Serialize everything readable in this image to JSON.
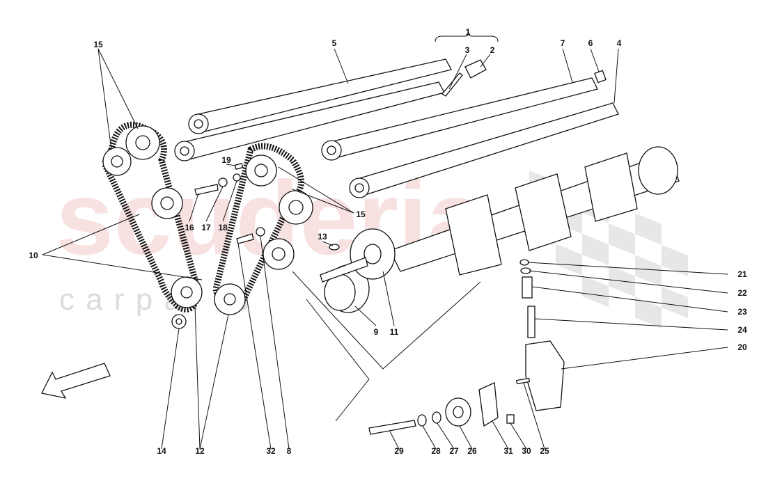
{
  "watermark": {
    "brand": "scuderia",
    "sub": "c a r   p a r t s"
  },
  "callouts": [
    {
      "id": "1",
      "label": "1"
    },
    {
      "id": "2",
      "label": "2"
    },
    {
      "id": "3",
      "label": "3"
    },
    {
      "id": "4",
      "label": "4"
    },
    {
      "id": "5",
      "label": "5"
    },
    {
      "id": "6",
      "label": "6"
    },
    {
      "id": "7",
      "label": "7"
    },
    {
      "id": "8",
      "label": "8"
    },
    {
      "id": "9",
      "label": "9"
    },
    {
      "id": "10",
      "label": "10"
    },
    {
      "id": "11",
      "label": "11"
    },
    {
      "id": "12",
      "label": "12"
    },
    {
      "id": "13",
      "label": "13"
    },
    {
      "id": "14",
      "label": "14"
    },
    {
      "id": "15a",
      "label": "15"
    },
    {
      "id": "15b",
      "label": "15"
    },
    {
      "id": "16",
      "label": "16"
    },
    {
      "id": "17",
      "label": "17"
    },
    {
      "id": "18",
      "label": "18"
    },
    {
      "id": "19",
      "label": "19"
    },
    {
      "id": "20",
      "label": "20"
    },
    {
      "id": "21",
      "label": "21"
    },
    {
      "id": "22",
      "label": "22"
    },
    {
      "id": "23",
      "label": "23"
    },
    {
      "id": "24",
      "label": "24"
    },
    {
      "id": "25",
      "label": "25"
    },
    {
      "id": "26",
      "label": "26"
    },
    {
      "id": "27",
      "label": "27"
    },
    {
      "id": "28",
      "label": "28"
    },
    {
      "id": "29",
      "label": "29"
    },
    {
      "id": "30",
      "label": "30"
    },
    {
      "id": "31",
      "label": "31"
    },
    {
      "id": "32",
      "label": "32"
    }
  ],
  "colors": {
    "ink": "#111111",
    "watermark_red": "#f3c9c9",
    "watermark_gray": "#dcdcdc"
  }
}
